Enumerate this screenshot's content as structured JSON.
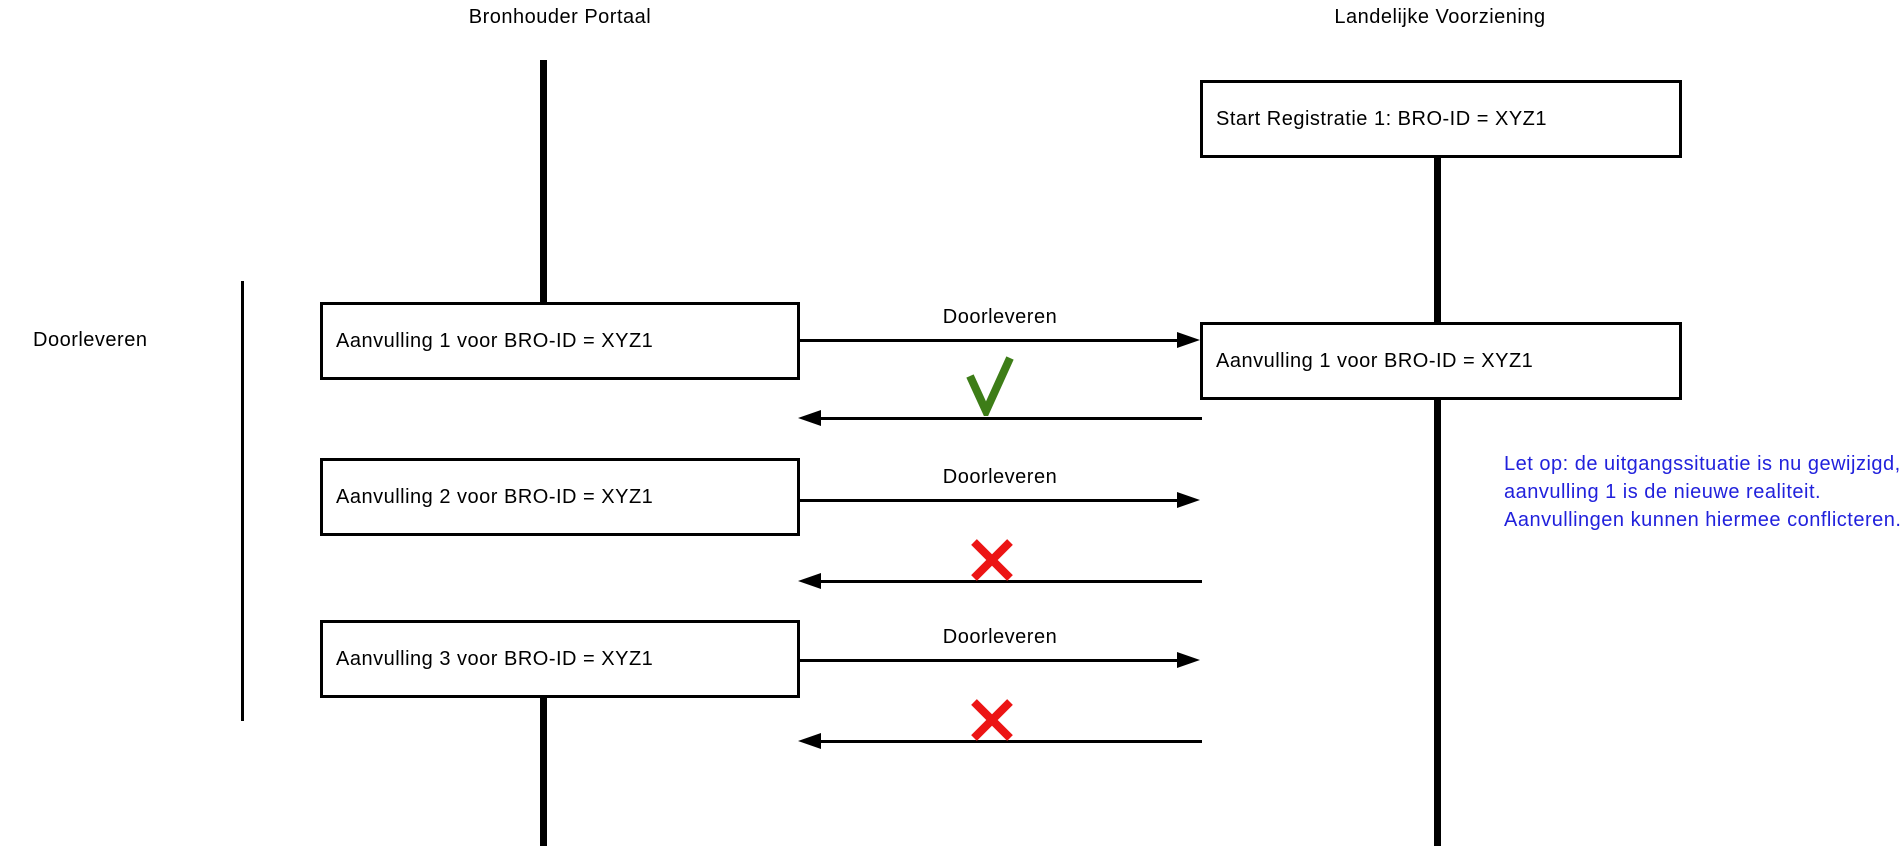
{
  "diagram": {
    "left_lifeline_title": "Bronhouder Portaal",
    "right_lifeline_title": "Landelijke Voorziening",
    "group_label": "Doorleveren",
    "start_box_label": "Start Registratie 1: BRO-ID = XYZ1",
    "right_box_label": "Aanvulling 1 voor BRO-ID = XYZ1",
    "messages": [
      {
        "box_label": "Aanvulling 1 voor BRO-ID = XYZ1",
        "arrow_label": "Doorleveren",
        "result": "accepted",
        "result_icon": "green-checkmark"
      },
      {
        "box_label": "Aanvulling 2 voor BRO-ID = XYZ1",
        "arrow_label": "Doorleveren",
        "result": "rejected",
        "result_icon": "red-cross"
      },
      {
        "box_label": "Aanvulling 3 voor BRO-ID = XYZ1",
        "arrow_label": "Doorleveren",
        "result": "rejected",
        "result_icon": "red-cross"
      }
    ],
    "note_text": "Let op: de uitgangssituatie is nu gewijzigd, aanvulling 1 is de nieuwe realiteit. Aanvullingen kunnen hiermee conflicteren.",
    "colors": {
      "note_text": "#2121DC",
      "success": "#3D7D17",
      "failure": "#EC1414",
      "line": "#000000"
    }
  }
}
